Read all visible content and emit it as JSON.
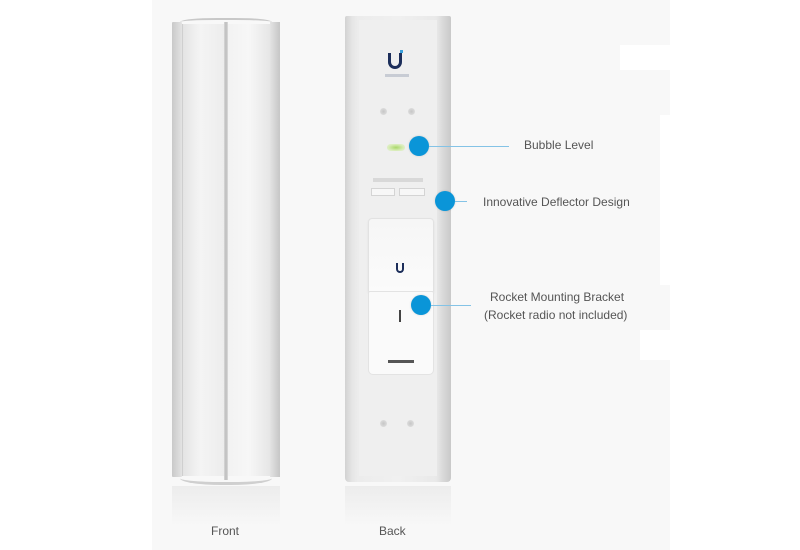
{
  "figure": {
    "views": [
      {
        "id": "front",
        "caption": "Front"
      },
      {
        "id": "back",
        "caption": "Back"
      }
    ],
    "callouts": [
      {
        "label": "Bubble Level"
      },
      {
        "label": "Innovative Deflector Design"
      },
      {
        "label_line1": "Rocket Mounting Bracket",
        "label_line2": "(Rocket radio not included)"
      }
    ],
    "colors": {
      "callout_dot": "#0a95d8",
      "callout_line": "#84c3e6",
      "text": "#555555",
      "panel_bg": "#f8f8f8"
    }
  }
}
